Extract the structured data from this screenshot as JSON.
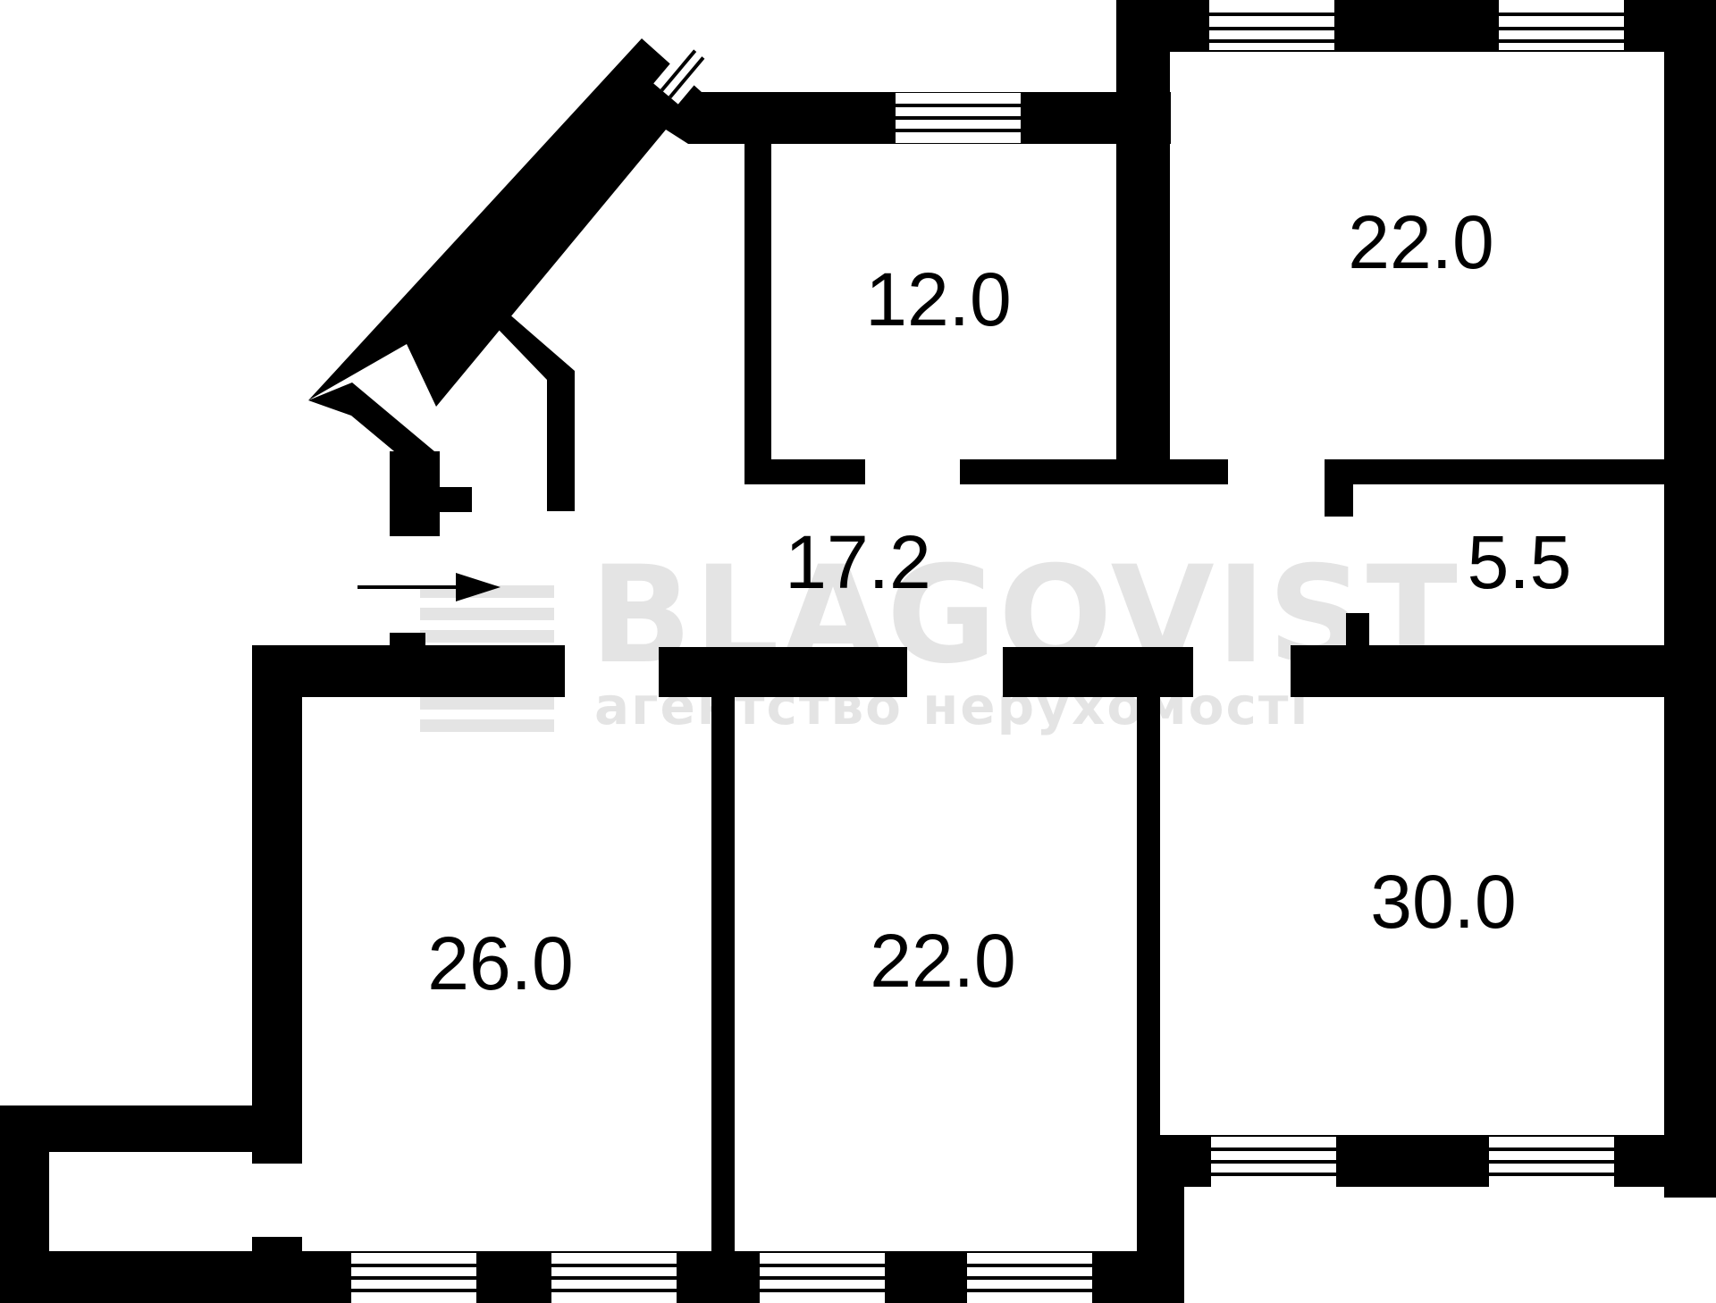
{
  "colors": {
    "wall": "#000000",
    "background": "#ffffff",
    "window_line": "#000000"
  },
  "rooms": [
    {
      "id": "room-12",
      "area": "12.0"
    },
    {
      "id": "room-22-top",
      "area": "22.0"
    },
    {
      "id": "hall",
      "area": "17.2"
    },
    {
      "id": "room-5",
      "area": "5.5"
    },
    {
      "id": "room-26",
      "area": "26.0"
    },
    {
      "id": "room-22-bottom",
      "area": "22.0"
    },
    {
      "id": "room-30",
      "area": "30.0"
    }
  ],
  "watermark": {
    "brand": "BLAGOVIST",
    "tagline": "агентство нерухомості",
    "logo_icon": "blagovist-b-logo-icon"
  },
  "entrance_icon": "entrance-arrow-icon"
}
